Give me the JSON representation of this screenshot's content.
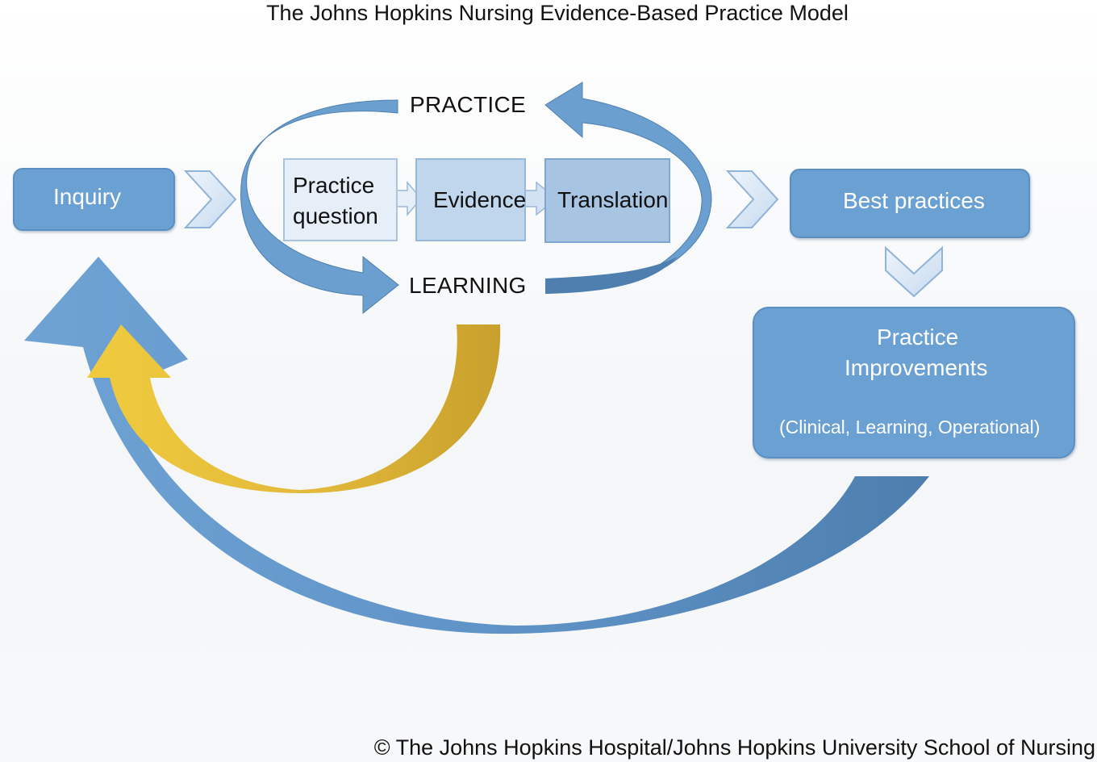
{
  "title": "The Johns Hopkins Nursing Evidence-Based Practice Model",
  "copyright": "© The Johns Hopkins Hospital/Johns Hopkins University School of Nursing",
  "nodes": {
    "inquiry": "Inquiry",
    "practice_question_line1": "Practice",
    "practice_question_line2": "question",
    "evidence": "Evidence",
    "translation": "Translation",
    "best_practices": "Best practices",
    "practice_improvements_line1": "Practice",
    "practice_improvements_line2": "Improvements",
    "practice_improvements_sub": "(Clinical, Learning, Operational)"
  },
  "cycle": {
    "top": "PRACTICE",
    "bottom": "LEARNING"
  },
  "colors": {
    "box_blue": "#6aa0d2",
    "arrow_blue": "#6b9fd0",
    "arrow_blue_dark": "#4f7fae",
    "arrow_gold": "#e9c23a",
    "arrow_gold_dark": "#c9a12a",
    "chevron_fill": "#dbe8f5",
    "chevron_stroke": "#8fb3da"
  }
}
